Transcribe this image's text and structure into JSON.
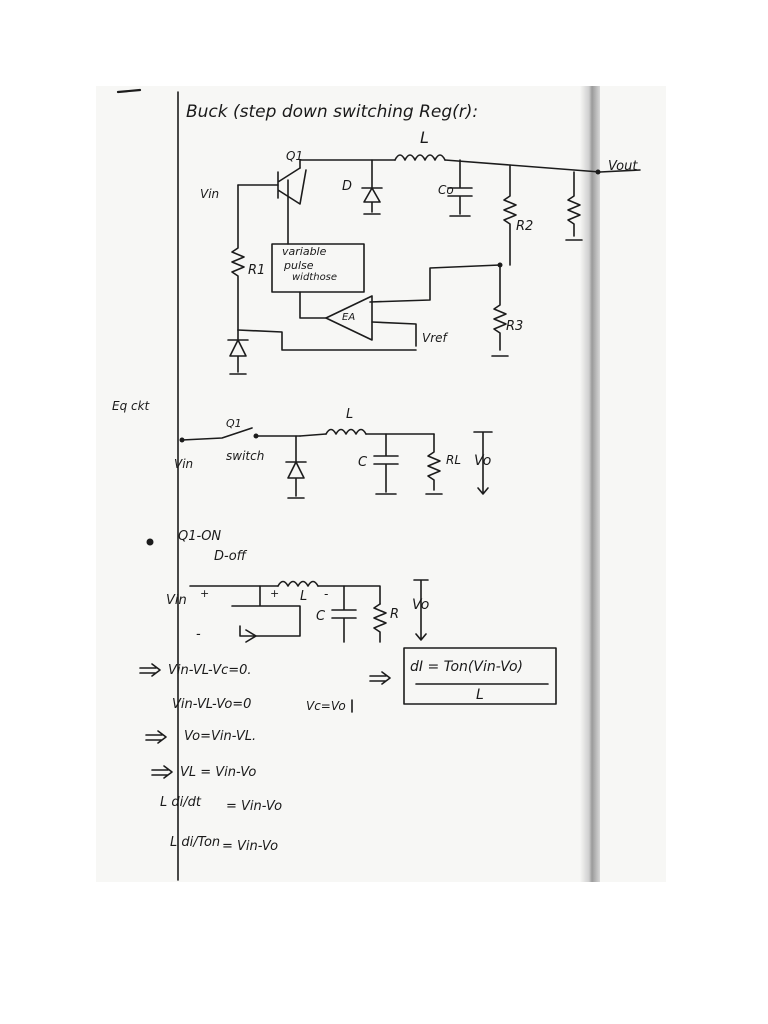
{
  "heading": "Buck (step down switching Reg(r):",
  "circuit1": {
    "transistor": "Q1",
    "inductor": "L",
    "vin": "Vin",
    "diode": "D",
    "capacitor": "Co",
    "vout": "Vout",
    "r1": "R1",
    "r2": "R2",
    "r3": "R3",
    "pwm_block": [
      "variable",
      "pulse",
      "widthose"
    ],
    "error_amp": "EA",
    "vref": "Vref"
  },
  "eq_ckt": {
    "label": "Eq ckt",
    "switch_label": "Q1",
    "inductor": "L",
    "vin": "Vin",
    "switch": "switch",
    "capacitor": "C",
    "load": "RL",
    "vo": "Vo"
  },
  "state": {
    "line1": "Q1-ON",
    "line2": "D-off"
  },
  "circuit3": {
    "vin": "Vin",
    "plus": "+",
    "minus": "-",
    "inductor": "L",
    "capacitor": "C",
    "load": "R",
    "vo": "Vo"
  },
  "equations": {
    "e1": "Vin-VL-Vc=0.",
    "e2": "Vin-VL-Vo=0",
    "e2_note": "Vc=Vo",
    "e3": "Vo=Vin-VL.",
    "e4": "VL = Vin-Vo",
    "e5_left": "L di/dt",
    "e5_right": "= Vin-Vo",
    "e6_left": "L di/Ton",
    "e6_right": "= Vin-Vo",
    "boxed_num": "dI = Ton(Vin-Vo)",
    "boxed_den": "L"
  }
}
